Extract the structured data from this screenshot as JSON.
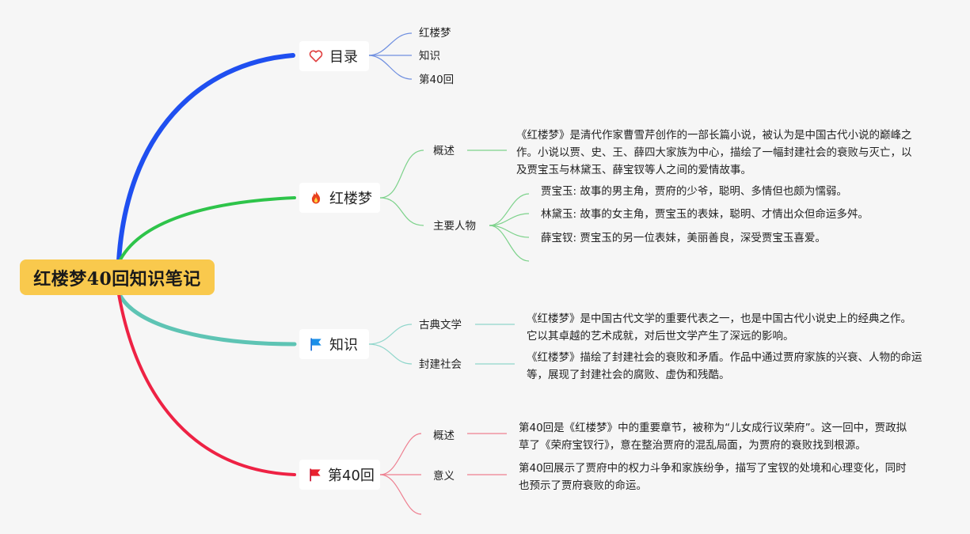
{
  "root": {
    "label": "红楼梦40回知识笔记"
  },
  "branches": {
    "toc": {
      "label": "目录",
      "items": [
        "红楼梦",
        "知识",
        "第40回"
      ]
    },
    "hlm": {
      "label": "红楼梦",
      "overview_label": "概述",
      "overview_text": "《红楼梦》是清代作家曹雪芹创作的一部长篇小说，被认为是中国古代小说的巅峰之作。小说以贾、史、王、薛四大家族为中心，描绘了一幅封建社会的衰败与灭亡，以及贾宝玉与林黛玉、薛宝钗等人之间的爱情故事。",
      "characters_label": "主要人物",
      "characters": [
        "贾宝玉: 故事的男主角，贾府的少爷，聪明、多情但也颇为懦弱。",
        "林黛玉: 故事的女主角，贾宝玉的表妹，聪明、才情出众但命运多舛。",
        "薛宝钗: 贾宝玉的另一位表妹，美丽善良，深受贾宝玉喜爱。"
      ]
    },
    "knowledge": {
      "label": "知识",
      "classical_label": "古典文学",
      "classical_text": "《红楼梦》是中国古代文学的重要代表之一，也是中国古代小说史上的经典之作。它以其卓越的艺术成就，对后世文学产生了深远的影响。",
      "feudal_label": "封建社会",
      "feudal_text": "《红楼梦》描绘了封建社会的衰败和矛盾。作品中通过贾府家族的兴衰、人物的命运等，展现了封建社会的腐败、虚伪和残酷。"
    },
    "ch40": {
      "label": "第40回",
      "overview_label": "概述",
      "overview_text": "第40回是《红楼梦》中的重要章节，被称为“儿女成行议荣府”。这一回中，贾政拟草了《荣府宝钗行》，意在整治贾府的混乱局面，为贾府的衰败找到根源。",
      "meaning_label": "意义",
      "meaning_text": "第40回展示了贾府中的权力斗争和家族纷争，描写了宝钗的处境和心理变化，同时也预示了贾府衰败的命运。"
    }
  },
  "colors": {
    "toc": "#1f4ff0",
    "hlm": "#2ec44a",
    "knowledge": "#5ec4b4",
    "ch40": "#ee2244",
    "toc_light": "#6f8fe0",
    "hlm_light": "#7dd28b",
    "knowledge_light": "#8fd6cb",
    "ch40_light": "#ee7f90",
    "root_bg": "#f9c94d"
  },
  "icons": {
    "toc": "heart-icon",
    "hlm": "fire-icon",
    "knowledge": "blue-flag-icon",
    "ch40": "red-flag-icon"
  }
}
